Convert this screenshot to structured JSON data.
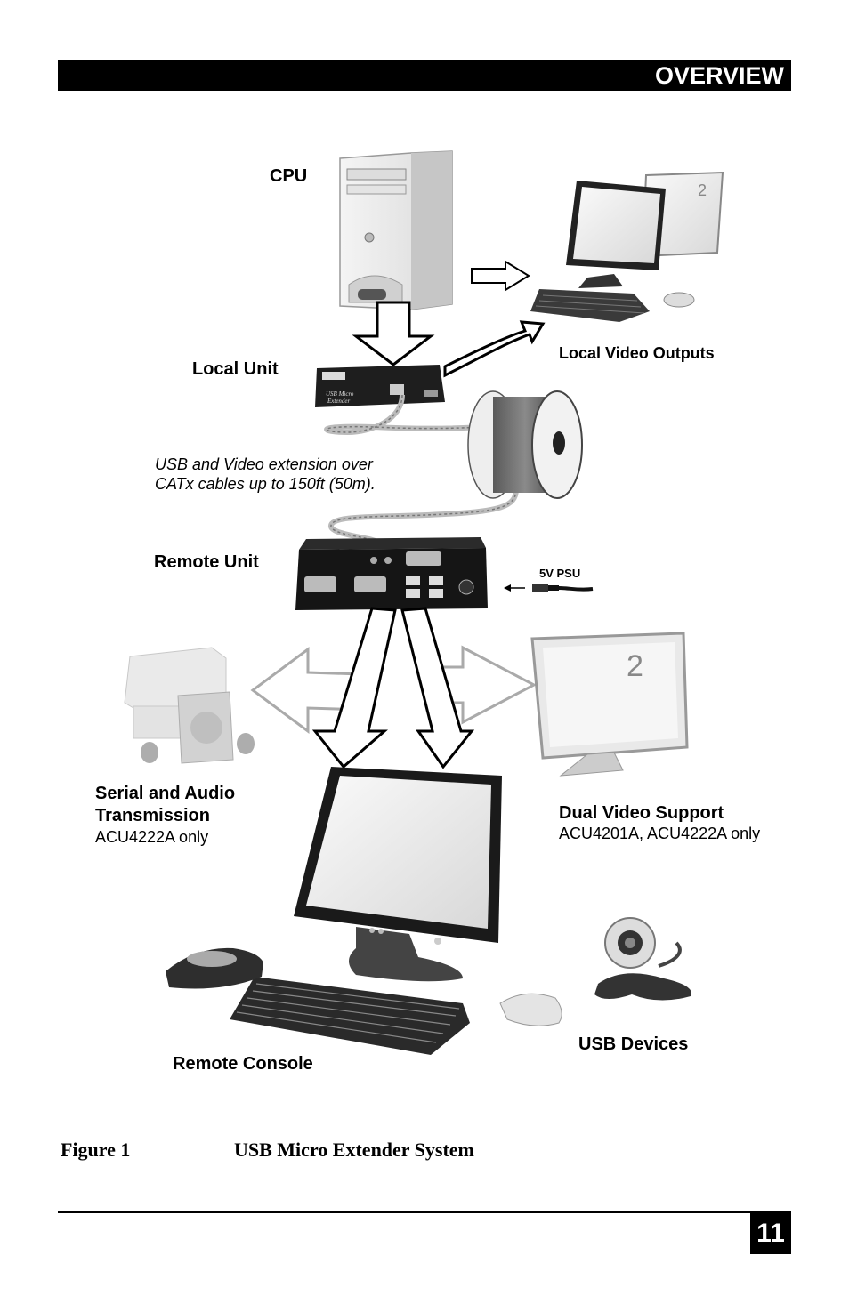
{
  "header": {
    "title": "OVERVIEW"
  },
  "labels": {
    "cpu": "CPU",
    "local_unit": "Local Unit",
    "local_video_outputs": "Local Video Outputs",
    "cable_note_line1": "USB and Video extension over",
    "cable_note_line2": "CATx cables up to 150ft (50m).",
    "remote_unit": "Remote Unit",
    "psu": "5V PSU",
    "serial_audio_line1": "Serial and Audio",
    "serial_audio_line2": "Transmission",
    "serial_audio_sub": "ACU4222A only",
    "dual_video": "Dual Video Support",
    "dual_video_sub": "ACU4201A, ACU4222A only",
    "usb_devices": "USB Devices",
    "remote_console": "Remote Console"
  },
  "device_text": {
    "local_unit_brand": "USB Micro",
    "local_unit_model": "Extender",
    "monitor_two": "2"
  },
  "caption": {
    "figure": "Figure 1",
    "title": "USB Micro Extender System"
  },
  "footer": {
    "page_number": "11"
  }
}
